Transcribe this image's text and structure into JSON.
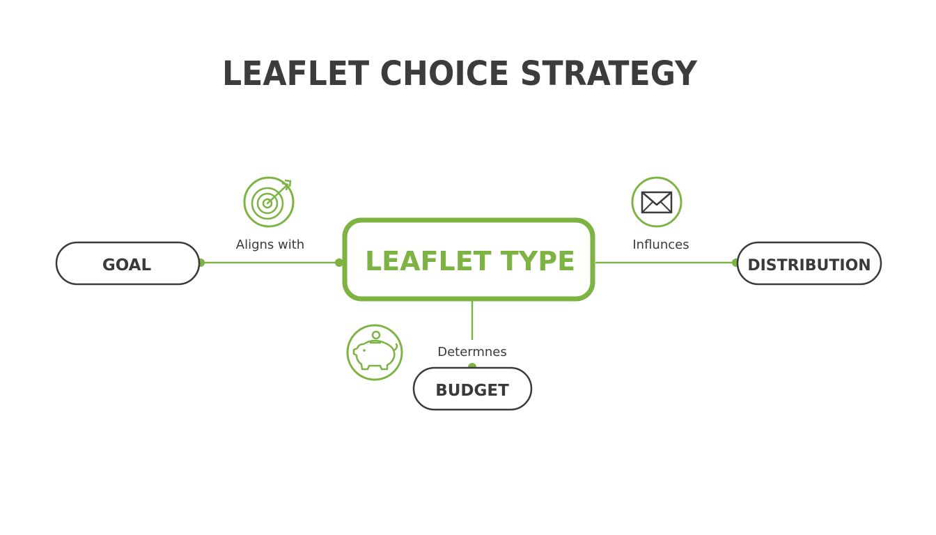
{
  "title": "LEAFLET CHOICE STRATEGY",
  "nodes": {
    "center": "LEAFLET TYPE",
    "goal": "GOAL",
    "distribution": "DISTRIBUTION",
    "budget": "BUDGET"
  },
  "edges": {
    "goal_to_center": "Aligns with",
    "center_to_distribution": "Influnces",
    "center_to_budget": "Determnes"
  },
  "icons": {
    "goal": "target-arrow-icon",
    "distribution": "envelope-icon",
    "budget": "piggy-bank-icon"
  },
  "colors": {
    "accent": "#7cb342",
    "text": "#3a3a3a",
    "outline": "#3a3a3a",
    "background": "#ffffff"
  }
}
